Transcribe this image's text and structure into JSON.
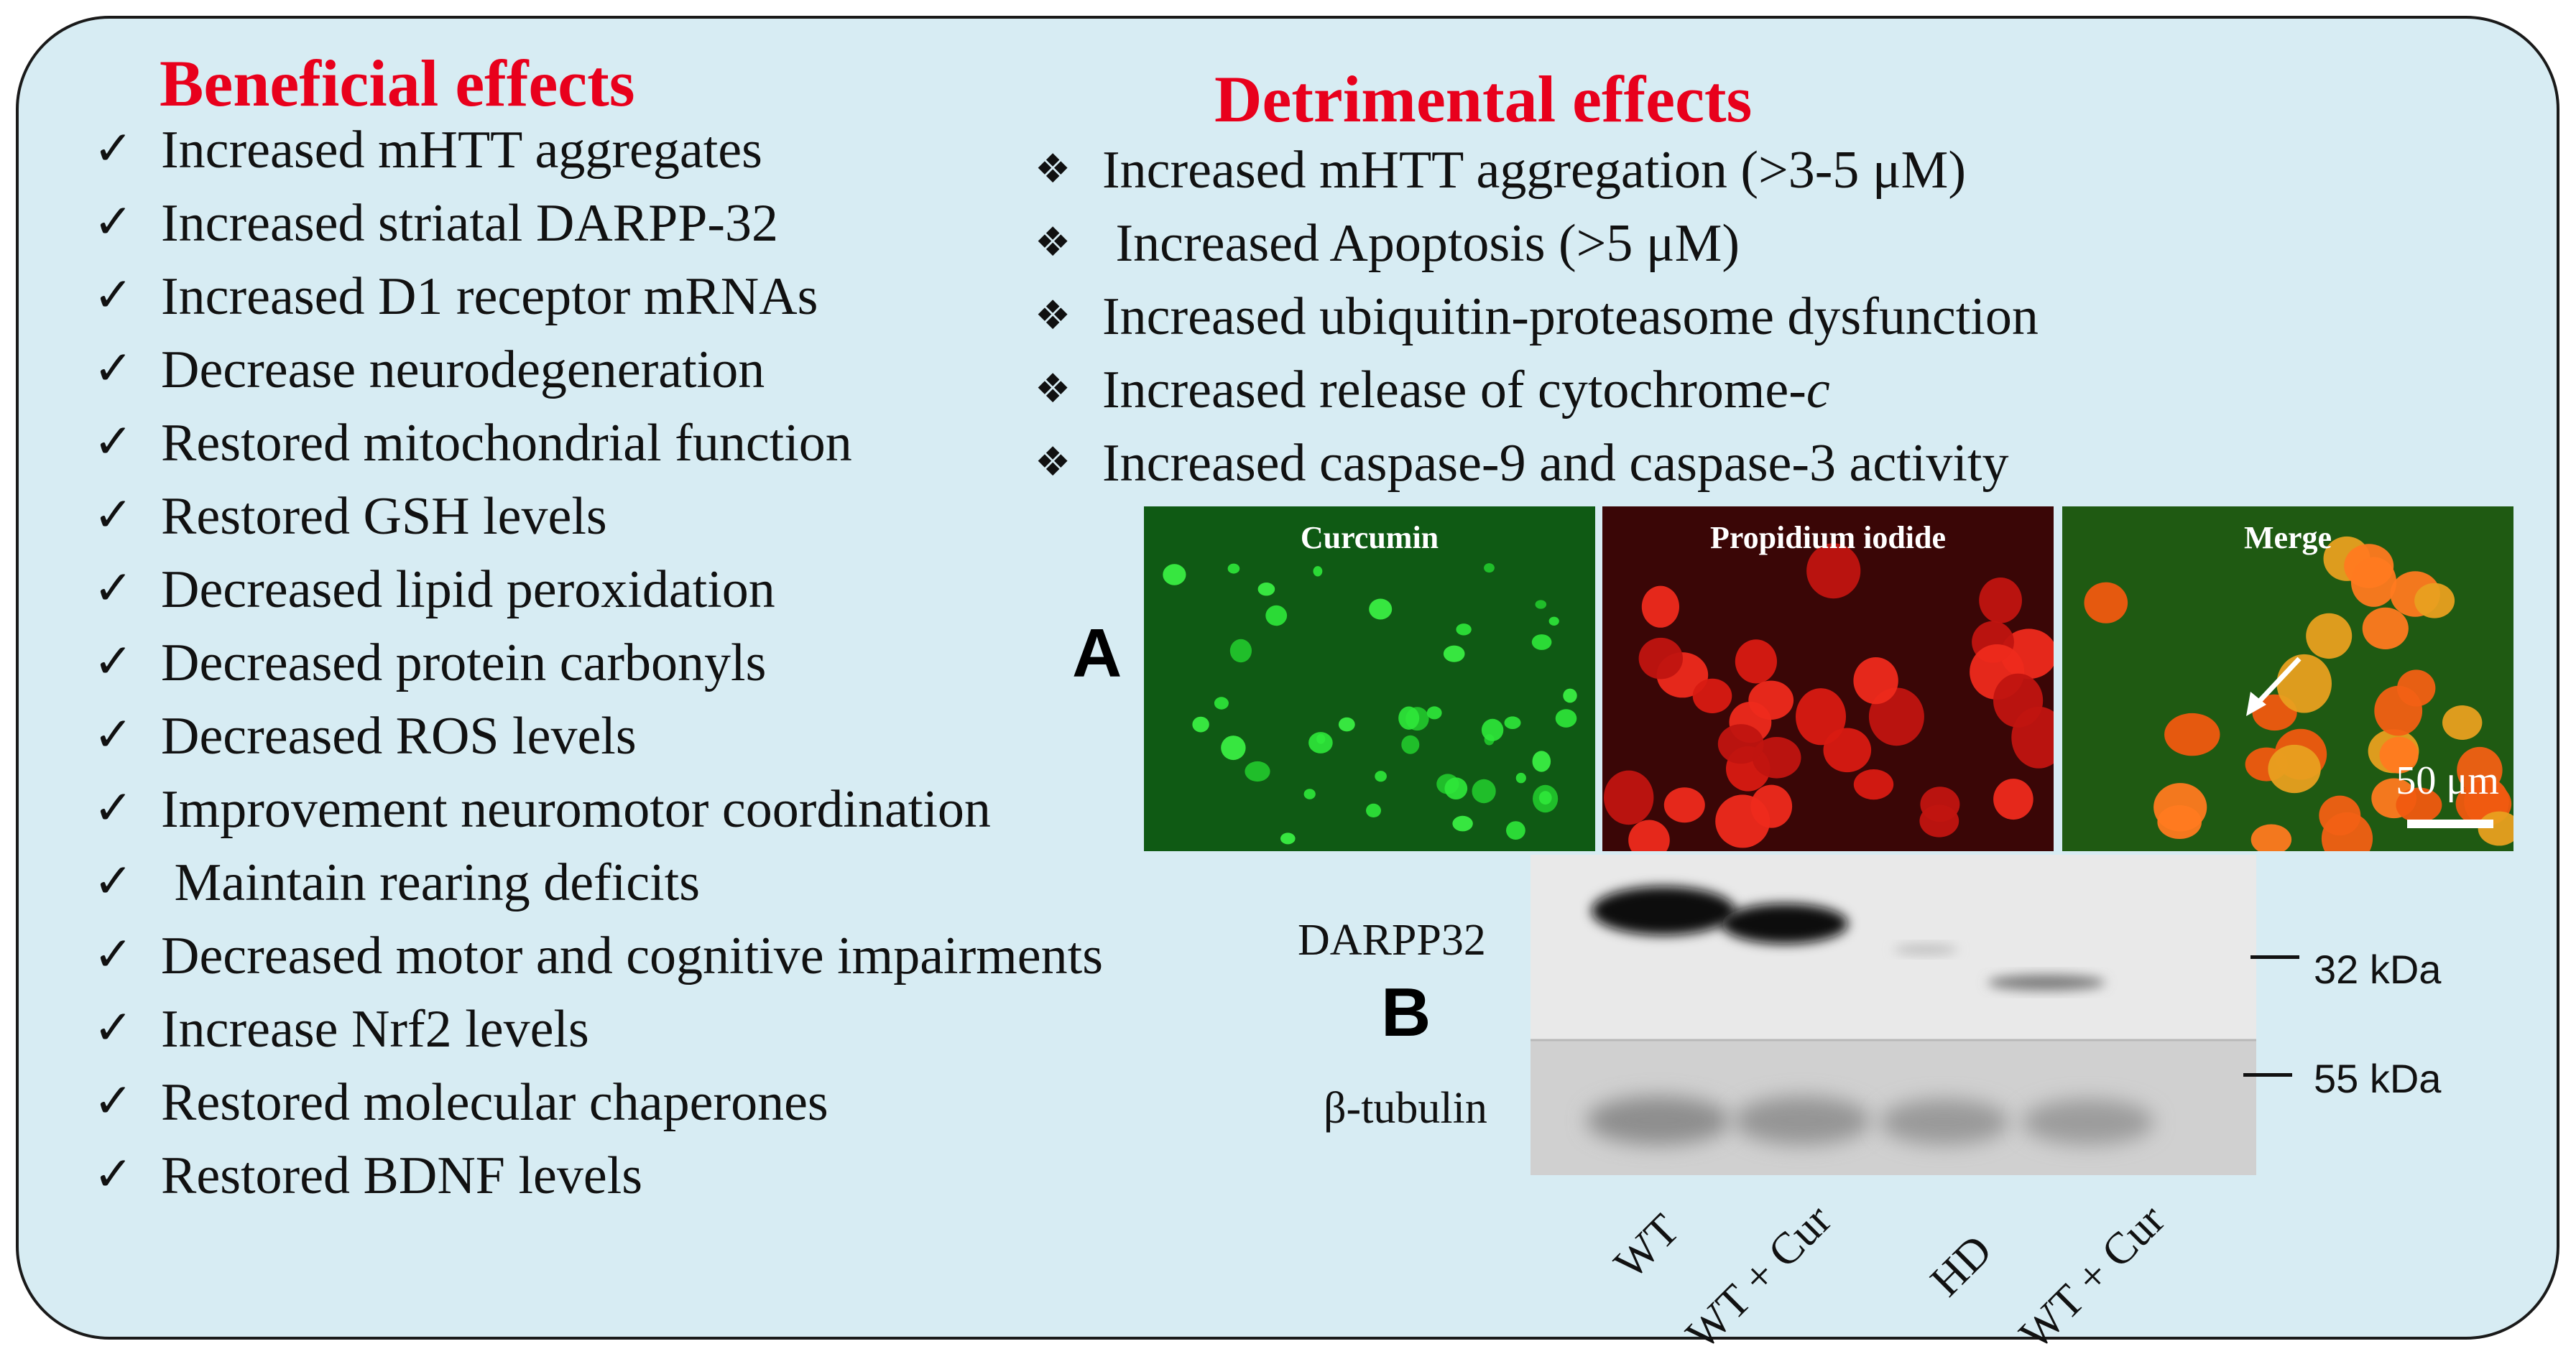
{
  "beneficial": {
    "title": "Beneficial effects",
    "marker": "✓",
    "items": [
      "Increased mHTT aggregates",
      "Increased striatal DARPP-32",
      "Increased D1 receptor mRNAs",
      "Decrease neurodegeneration",
      "Restored mitochondrial function",
      "Restored GSH levels",
      "Decreased lipid peroxidation",
      "Decreased protein carbonyls",
      "Decreased ROS levels",
      "Improvement neuromotor coordination",
      " Maintain rearing deficits",
      "Decreased motor and cognitive impairments",
      "Increase Nrf2 levels",
      "Restored molecular chaperones",
      "Restored BDNF levels"
    ]
  },
  "detrimental": {
    "title": "Detrimental effects",
    "marker": "❖",
    "items": [
      "Increased mHTT aggregation (>3-5 μM)",
      " Increased Apoptosis (>5 μM)",
      "Increased ubiquitin-proteasome dysfunction",
      "Increased release of cytochrome-",
      "Increased caspase-9 and caspase-3 activity"
    ],
    "italic_suffix": "c"
  },
  "panel_a": {
    "letter": "A",
    "images": [
      {
        "label": "Curcumin",
        "color": "#1fd02a"
      },
      {
        "label": "Propidium iodide",
        "color": "#e81818"
      },
      {
        "label": "Merge",
        "color": "#f05a10"
      }
    ],
    "scale_bar": "50 μm"
  },
  "panel_b": {
    "letter": "B",
    "bands": [
      "DARPP32",
      "β-tubulin"
    ],
    "markers": [
      "32 kDa",
      "55 kDa"
    ],
    "lanes": [
      "WT",
      "WT + Cur",
      "HD",
      "WT + Cur"
    ]
  }
}
